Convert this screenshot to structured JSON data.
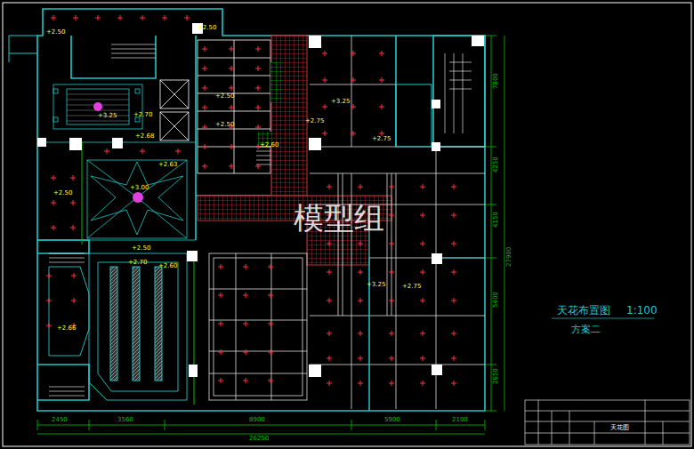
{
  "diagram": {
    "nodes": [
      {
        "text": [
          "天花图"
        ]
      }
    ],
    "labels": [
      "模型组",
      "天花布置图",
      "1:100",
      "方案二",
      "2450",
      "3560",
      "8900",
      "5900",
      "2100",
      "26250",
      "7800",
      "4250",
      "4150",
      "27900",
      "5400",
      "2650",
      "+2.50",
      "+2.50",
      "+3.25",
      "+2.70",
      "+3.25",
      "+2.75",
      "+2.75",
      "+2.50",
      "+2.50",
      "+2.68",
      "+2.63",
      "+3.00",
      "+2.60",
      "+2.50",
      "+2.50",
      "+2.70",
      "+2.60",
      "+3.25",
      "+2.75",
      "+2.66"
    ]
  }
}
